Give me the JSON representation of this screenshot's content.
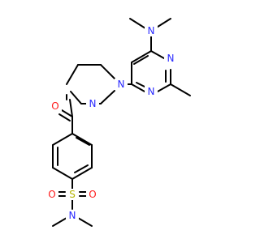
{
  "molecule": {
    "atoms": {
      "n_dimethyl_top": {
        "symbol": "N",
        "color": "#2a2aff"
      },
      "n_pyrimidine_a": {
        "symbol": "N",
        "color": "#2a2aff"
      },
      "n_pyrimidine_b": {
        "symbol": "N",
        "color": "#2a2aff"
      },
      "n_piperazine_top": {
        "symbol": "N",
        "color": "#2a2aff"
      },
      "n_piperazine_bottom": {
        "symbol": "N",
        "color": "#2a2aff"
      },
      "o_carbonyl": {
        "symbol": "O",
        "color": "#ff1a1a"
      },
      "s_sulfonyl": {
        "symbol": "S",
        "color": "#b3b300"
      },
      "o_sulfonyl_left": {
        "symbol": "O",
        "color": "#ff1a1a"
      },
      "o_sulfonyl_right": {
        "symbol": "O",
        "color": "#ff1a1a"
      },
      "n_sulfonamide": {
        "symbol": "N",
        "color": "#2a2aff"
      }
    }
  }
}
